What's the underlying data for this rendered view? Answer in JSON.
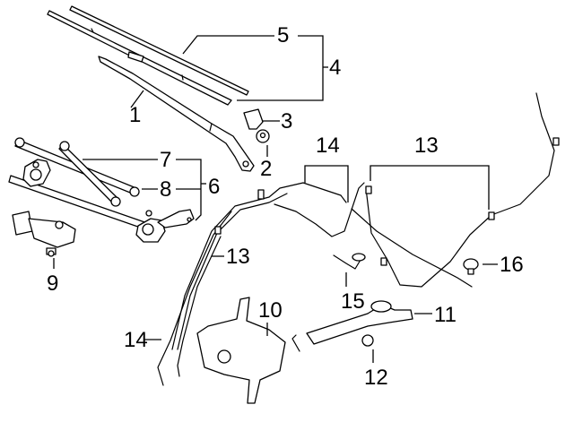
{
  "diagram": {
    "type": "parts-exploded-diagram",
    "subject": "windshield wiper and washer components",
    "callouts": [
      {
        "id": "1",
        "label": "1",
        "part": "wiper arm"
      },
      {
        "id": "2",
        "label": "2",
        "part": "nut"
      },
      {
        "id": "3",
        "label": "3",
        "part": "cap"
      },
      {
        "id": "4",
        "label": "4",
        "part": "wiper blade assembly"
      },
      {
        "id": "5",
        "label": "5",
        "part": "blade insert"
      },
      {
        "id": "6",
        "label": "6",
        "part": "linkage assembly"
      },
      {
        "id": "7",
        "label": "7",
        "part": "link rod"
      },
      {
        "id": "8",
        "label": "8",
        "part": "link rod"
      },
      {
        "id": "9",
        "label": "9",
        "part": "grommet"
      },
      {
        "id": "10",
        "label": "10",
        "part": "washer reservoir"
      },
      {
        "id": "11",
        "label": "11",
        "part": "filler neck"
      },
      {
        "id": "12",
        "label": "12",
        "part": "cap"
      },
      {
        "id": "13a",
        "label": "13",
        "part": "washer hose"
      },
      {
        "id": "13b",
        "label": "13",
        "part": "washer hose"
      },
      {
        "id": "14a",
        "label": "14",
        "part": "hose"
      },
      {
        "id": "14b",
        "label": "14",
        "part": "hose"
      },
      {
        "id": "15",
        "label": "15",
        "part": "connector"
      },
      {
        "id": "16",
        "label": "16",
        "part": "washer nozzle"
      }
    ]
  }
}
